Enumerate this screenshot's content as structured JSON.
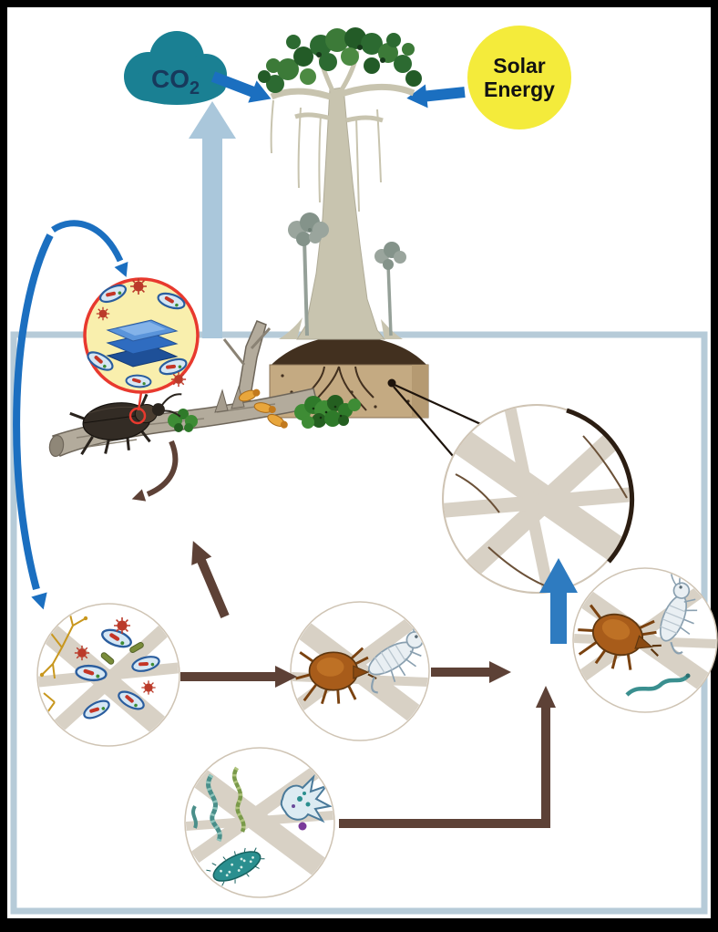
{
  "labels": {
    "co2_main": "CO",
    "co2_sub": "2",
    "solar_energy": [
      "Solar",
      "Energy"
    ]
  },
  "colors": {
    "page_frame": "#000000",
    "canvas": "#ffffff",
    "cloud_teal": "#1a8093",
    "co2_text": "#17395c",
    "solar_yellow": "#f4eb3b",
    "solar_text": "#121212",
    "arrow_blue": "#1b6fc0",
    "arrow_blue_medium": "#2e7bc0",
    "arrow_light_blue": "#aac7db",
    "arrow_brown": "#5d4136",
    "soil_box_border": "#b6cbd8",
    "inset_ring_red": "#e8392e",
    "tree_tan": "#c8c4af",
    "canopy_green": "#2c6a31",
    "understory_gray": "#95a098",
    "soil_dark": "#42301f",
    "soil_face_tan": "#c4aa82",
    "log_gray": "#b3ab9c",
    "root_tan": "#d8d1c5",
    "inset_yellow": "#f9efad"
  },
  "icons": {
    "co2-cloud": "teal cloud blob",
    "solar-energy-badge": "yellow circle",
    "canopy-tree": "tan emergent tree with green crown",
    "understory-tree": "small gray tree",
    "soil-block": "soil cube with dark roots",
    "decomposing-log": "fallen log with beetle, termites and moss",
    "bark-beetle-icon": "large dark beetle",
    "termite-icon": "orange termite",
    "moss-icon": "green moss clumps",
    "microbe-inset-circle": "red-ringed magnified view of bacteria and biofilm layers",
    "biofilm-layers-icon": "stacked blue biofilm sheets",
    "bacteria-icon": "blue oval bacterium with red rods",
    "spiky-microbe-icon": "red spiky coccus",
    "fungal-hyphae-icon": "yellow branching hyphae",
    "root-detail-circle": "magnified fine roots",
    "mite-icon": "brown soil mite",
    "springtail-icon": "pale springtail",
    "nematode-icon": "banded roundworm",
    "amoeba-icon": "lobed protozoan",
    "ciliate-icon": "speckled teal ciliate",
    "photosynthesis-arrow": "blue arrow from CO2 cloud to tree",
    "solar-input-arrow": "blue arrow from sun badge to tree",
    "respiration-arrow": "light blue arrow from soil box up to atmosphere",
    "colonization-arrow": "short blue curved arrow into microbe inset",
    "transfer-to-soil-arrow": "long blue curved arrow down to soil microbe circle",
    "log-fragmentation-arrow": "small brown curved arrow from log downward",
    "microbes-to-mites-arrow": "brown arrow from microbe circle to mite circle",
    "mites-to-predators-arrow": "brown arrow from mite circle rightward",
    "grazers-to-log-arrow": "brown diagonal arrow up toward log",
    "nematodes-to-predators-arrow": "brown elbow arrow from nematode circle upward",
    "fauna-to-roots-arrow": "blue arrow up into root circle"
  }
}
